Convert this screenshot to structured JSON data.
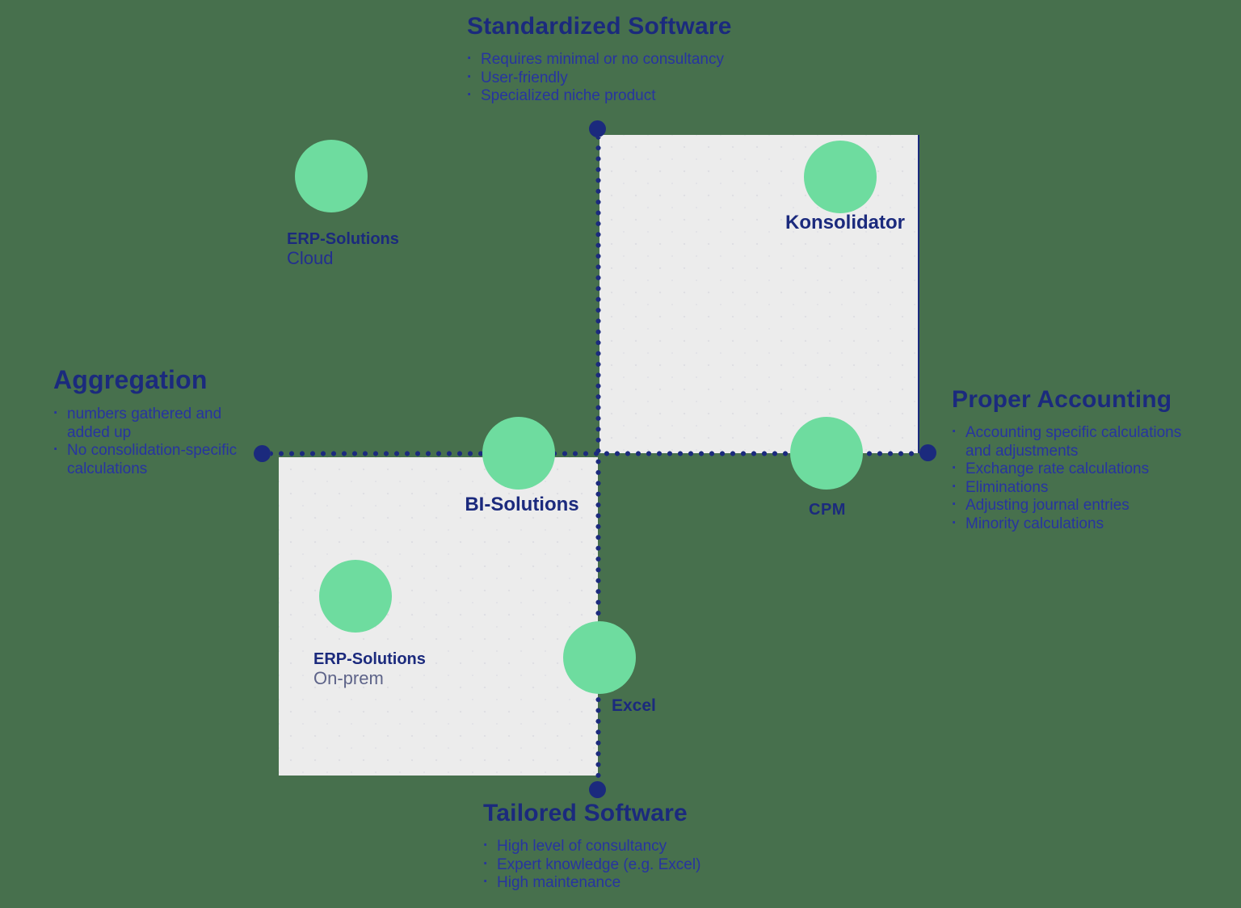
{
  "colors": {
    "background": "#47704D",
    "quadrant_box": "#ECECEC",
    "axis_navy": "#1B2A7D",
    "body_text_blue": "#2734A0",
    "bubble_green": "#6EDC9F",
    "muted_sublabel": "#5E6489"
  },
  "sections": {
    "top": {
      "title": "Standardized Software",
      "bullets": [
        "Requires minimal or no consultancy",
        "User-friendly",
        "Specialized niche product"
      ]
    },
    "left": {
      "title": "Aggregation",
      "bullets": [
        "numbers gathered and added up",
        "No consolidation-specific calculations"
      ]
    },
    "right": {
      "title": "Proper Accounting",
      "bullets": [
        "Accounting specific calculations and adjustments",
        "Exchange rate calculations",
        "Eliminations",
        "Adjusting journal entries",
        "Minority calculations"
      ]
    },
    "bottom": {
      "title": "Tailored Software",
      "bullets": [
        "High level of consultancy",
        "Expert knowledge (e.g. Excel)",
        "High maintenance"
      ]
    }
  },
  "items": [
    {
      "label": "ERP-Solutions",
      "sublabel": "Cloud"
    },
    {
      "label": "Konsolidator"
    },
    {
      "label": "BI-Solutions"
    },
    {
      "label": "CPM"
    },
    {
      "label": "ERP-Solutions",
      "sublabel": "On-prem"
    },
    {
      "label": "Excel"
    }
  ]
}
